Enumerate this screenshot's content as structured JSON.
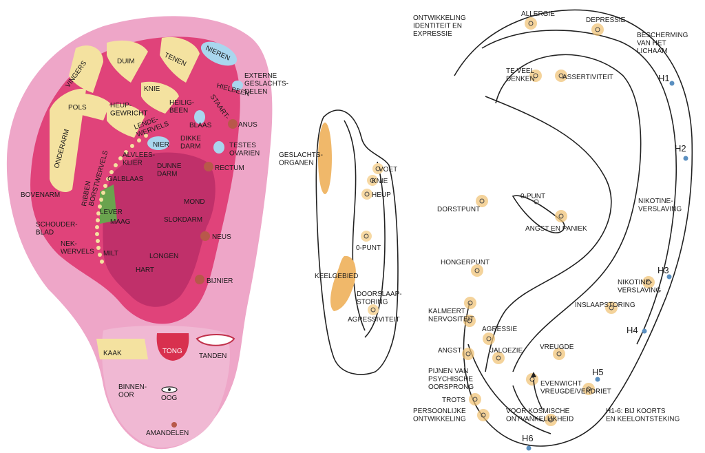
{
  "colors": {
    "ear_outer": "#eea6c8",
    "ear_inner": "#e0437a",
    "ear_deep": "#c0306a",
    "bone": "#f4e2a0",
    "blue": "#a9d6ee",
    "brown": "#b8584a",
    "green": "#6aa34e",
    "point_fill": "#f0c070",
    "point_ring": "#f7d9a4",
    "zone": "#f0b86a"
  },
  "left": {
    "labels": {
      "vingers": "VINGERS",
      "duim": "DUIM",
      "tenen": "TENEN",
      "nieren": "NIEREN",
      "externe": "EXTERNE\nGESLACHTS-\nDELEN",
      "hielbeen": "HIELBEEN",
      "staart": "STAART-",
      "pols": "POLS",
      "knie": "KNIE",
      "heupgewricht": "HEUP-\nGEWRICHT",
      "heiligbeen": "HEILIG-\nBEEN",
      "anus": "ANUS",
      "blaas": "BLAAS",
      "onderarm": "ONDERARM",
      "lendewervels": "LENDE-\nWERVELS",
      "nier": "NIER",
      "dikkedarm": "DIKKE\nDARM",
      "testes": "TESTES\nOVARIEN",
      "alvleesklier": "ALVLEES-\nKLIER",
      "dunnedarm": "DUNNE\nDARM",
      "rectum": "RECTUM",
      "ribben": "RIBBEN",
      "borstwervels": "BORSTWERVELS",
      "galblaas": "GALBLAAS",
      "bovenarm": "BOVENARM",
      "lever": "LEVER",
      "maag": "MAAG",
      "slokdarm": "SLOKDARM",
      "mond": "MOND",
      "schouderblad": "SCHOUDER-\nBLAD",
      "nekwervels": "NEK-\nWERVELS",
      "milt": "MILT",
      "longen": "LONGEN",
      "hart": "HART",
      "neus": "NEUS",
      "bijnier": "BIJNIER",
      "kaak": "KAAK",
      "tong": "TONG",
      "tanden": "TANDEN",
      "binnenoor": "BINNEN-\nOOR",
      "oog": "OOG",
      "amandelen": "AMANDELEN"
    }
  },
  "middle": {
    "labels": {
      "geslachtsorganen": "GESLACHTS-\nORGANEN",
      "voet": "VOET",
      "knie": "KNIE",
      "heup": "HEUP",
      "nulpunt": "0-PUNT",
      "keelgebied": "KEELGEBIED",
      "doorslaapstoring": "DOORSLAAP-\nSTORING",
      "agressiviteit": "AGRESSIVITEIT"
    }
  },
  "right": {
    "labels": {
      "ontwikkeling": "ONTWIKKELING\nIDENTITEIT EN\nEXPRESSIE",
      "allergie": "ALLERGIE",
      "depressie": "DEPRESSIE",
      "bescherming": "BESCHERMING\nVAN HET\nLICHAAM",
      "teveel": "TE VEEL\nDENKEN",
      "assertiviteit": "ASSERTIVITEIT",
      "h1": "H1",
      "h2": "H2",
      "nulpunt": "0-PUNT",
      "dorstpunt": "DORSTPUNT",
      "nikotine1": "NIKOTINE-\nVERSLAVING",
      "angst_paniek": "ANGST EN PANIEK",
      "hongerpunt": "HONGERPUNT",
      "h3": "H3",
      "nikotine2": "NIKOTINE-\nVERSLAVING",
      "inslaap": "INSLAAPSTORING",
      "kalmeert": "KALMEERT\nNERVOSITEIT",
      "h4": "H4",
      "agressie": "AGRESSIE",
      "angst": "ANGST",
      "jaloezie": "JALOEZIE",
      "vreugde": "VREUGDE",
      "pijnen": "PIJNEN VAN\nPSYCHISCHE\nOORSPRONG",
      "h5": "H5",
      "evenwicht": "EVENWICHT\nVREUGDE/VERDRIET",
      "trots": "TROTS",
      "persoonlijke": "PERSOONLIJKE\nONTWIKKELING",
      "kosmische": "VOOR KOSMISCHE\nONTVANKELIJKHEID",
      "h16": "H1-6: BIJ KOORTS\nEN KEELONTSTEKING",
      "h6": "H6"
    }
  }
}
